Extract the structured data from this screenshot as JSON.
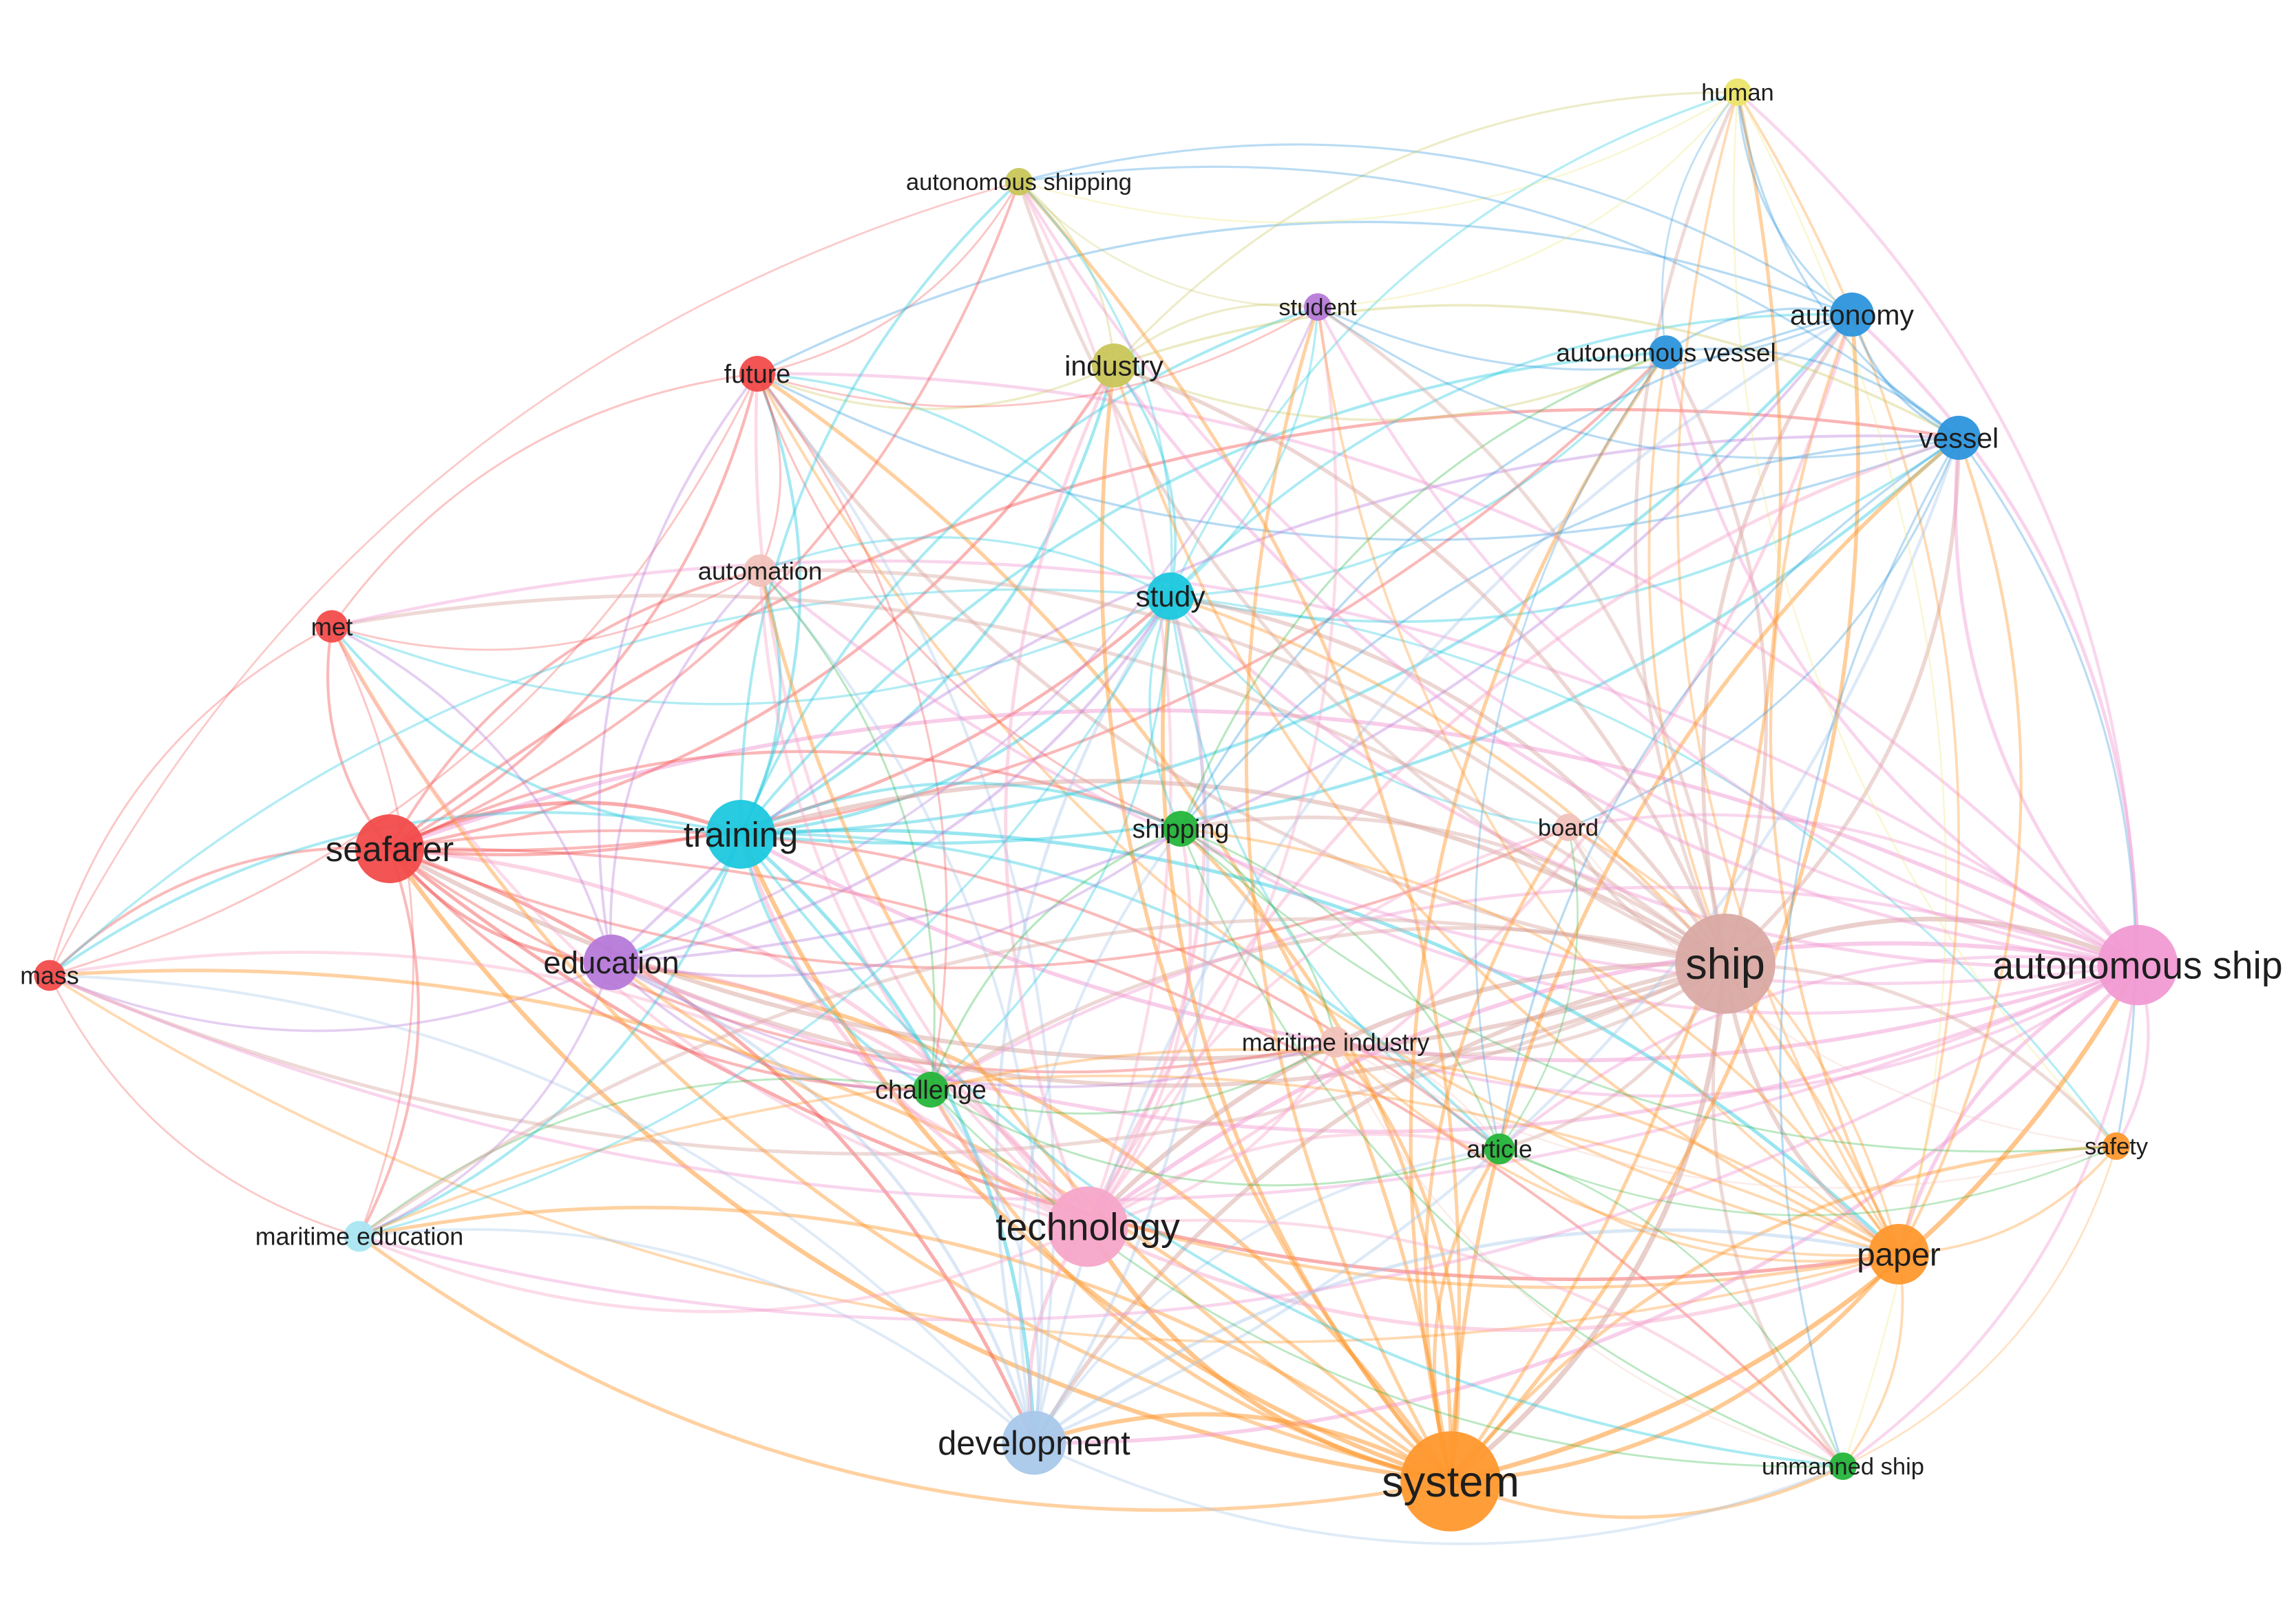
{
  "clusters": {
    "red": "#f24b4b",
    "cyan": "#1cc8de",
    "blue": "#2d95dc",
    "purple": "#b67ad9",
    "olive": "#c9c65a",
    "green": "#25b53a",
    "orange": "#ff982e",
    "pink": "#f7a7c9",
    "brown": "#d9aaa4",
    "lightblue": "#a9c8ea",
    "skyblue": "#a9e6f2",
    "salmon": "#f1c2bb",
    "yellow": "#ece46a",
    "magenta": "#f19ad3"
  },
  "nodes": [
    {
      "id": "human",
      "label": "human",
      "cluster": "yellow",
      "weight": 1
    },
    {
      "id": "autonomous-shipping",
      "label": "autonomous shipping",
      "cluster": "olive",
      "weight": 1
    },
    {
      "id": "student",
      "label": "student",
      "cluster": "purple",
      "weight": 1
    },
    {
      "id": "autonomy",
      "label": "autonomy",
      "cluster": "blue",
      "weight": 2
    },
    {
      "id": "autonomous-vessel",
      "label": "autonomous vessel",
      "cluster": "blue",
      "weight": 1.4
    },
    {
      "id": "industry",
      "label": "industry",
      "cluster": "olive",
      "weight": 2
    },
    {
      "id": "future",
      "label": "future",
      "cluster": "red",
      "weight": 1.5
    },
    {
      "id": "vessel",
      "label": "vessel",
      "cluster": "blue",
      "weight": 2
    },
    {
      "id": "automation",
      "label": "automation",
      "cluster": "salmon",
      "weight": 1.3
    },
    {
      "id": "study",
      "label": "study",
      "cluster": "cyan",
      "weight": 2.2
    },
    {
      "id": "met",
      "label": "met",
      "cluster": "red",
      "weight": 1.3
    },
    {
      "id": "seafarer",
      "label": "seafarer",
      "cluster": "red",
      "weight": 3.5
    },
    {
      "id": "training",
      "label": "training",
      "cluster": "cyan",
      "weight": 3.5
    },
    {
      "id": "shipping",
      "label": "shipping",
      "cluster": "green",
      "weight": 1.5
    },
    {
      "id": "board",
      "label": "board",
      "cluster": "salmon",
      "weight": 1
    },
    {
      "id": "mass",
      "label": "mass",
      "cluster": "red",
      "weight": 1.2
    },
    {
      "id": "education",
      "label": "education",
      "cluster": "purple",
      "weight": 2.7
    },
    {
      "id": "ship",
      "label": "ship",
      "cluster": "brown",
      "weight": 5.4
    },
    {
      "id": "autonomous-ship",
      "label": "autonomous ship",
      "cluster": "magenta",
      "weight": 4.2
    },
    {
      "id": "maritime-industry",
      "label": "maritime industry",
      "cluster": "salmon",
      "weight": 1.2
    },
    {
      "id": "challenge",
      "label": "challenge",
      "cluster": "green",
      "weight": 1.5
    },
    {
      "id": "article",
      "label": "article",
      "cluster": "green",
      "weight": 1.2
    },
    {
      "id": "safety",
      "label": "safety",
      "cluster": "orange",
      "weight": 1
    },
    {
      "id": "maritime-education",
      "label": "maritime education",
      "cluster": "skyblue",
      "weight": 1.2
    },
    {
      "id": "technology",
      "label": "technology",
      "cluster": "pink",
      "weight": 4.2
    },
    {
      "id": "paper",
      "label": "paper",
      "cluster": "orange",
      "weight": 3
    },
    {
      "id": "development",
      "label": "development",
      "cluster": "lightblue",
      "weight": 3.2
    },
    {
      "id": "system",
      "label": "system",
      "cluster": "orange",
      "weight": 5.4
    },
    {
      "id": "unmanned-ship",
      "label": "unmanned ship",
      "cluster": "green",
      "weight": 1
    }
  ],
  "edges": [
    [
      "seafarer",
      "mass"
    ],
    [
      "seafarer",
      "met"
    ],
    [
      "seafarer",
      "future"
    ],
    [
      "seafarer",
      "training"
    ],
    [
      "seafarer",
      "education"
    ],
    [
      "seafarer",
      "technology"
    ],
    [
      "seafarer",
      "system"
    ],
    [
      "seafarer",
      "development"
    ],
    [
      "seafarer",
      "ship"
    ],
    [
      "seafarer",
      "autonomous-ship"
    ],
    [
      "seafarer",
      "study"
    ],
    [
      "seafarer",
      "automation"
    ],
    [
      "seafarer",
      "paper"
    ],
    [
      "seafarer",
      "maritime-education"
    ],
    [
      "seafarer",
      "challenge"
    ],
    [
      "seafarer",
      "shipping"
    ],
    [
      "seafarer",
      "industry"
    ],
    [
      "seafarer",
      "article"
    ],
    [
      "seafarer",
      "maritime-industry"
    ],
    [
      "seafarer",
      "vessel"
    ],
    [
      "seafarer",
      "board"
    ],
    [
      "seafarer",
      "unmanned-ship"
    ],
    [
      "seafarer",
      "autonomous-vessel"
    ],
    [
      "mass",
      "met"
    ],
    [
      "mass",
      "future"
    ],
    [
      "mass",
      "training"
    ],
    [
      "mass",
      "education"
    ],
    [
      "mass",
      "system"
    ],
    [
      "mass",
      "ship"
    ],
    [
      "mass",
      "technology"
    ],
    [
      "mass",
      "maritime-education"
    ],
    [
      "mass",
      "development"
    ],
    [
      "mass",
      "autonomous-ship"
    ],
    [
      "mass",
      "study"
    ],
    [
      "mass",
      "paper"
    ],
    [
      "met",
      "future"
    ],
    [
      "met",
      "training"
    ],
    [
      "met",
      "education"
    ],
    [
      "met",
      "system"
    ],
    [
      "met",
      "ship"
    ],
    [
      "met",
      "technology"
    ],
    [
      "met",
      "autonomous-ship"
    ],
    [
      "met",
      "study"
    ],
    [
      "met",
      "maritime-education"
    ],
    [
      "met",
      "automation"
    ],
    [
      "future",
      "training"
    ],
    [
      "future",
      "education"
    ],
    [
      "future",
      "system"
    ],
    [
      "future",
      "ship"
    ],
    [
      "future",
      "autonomous-ship"
    ],
    [
      "future",
      "technology"
    ],
    [
      "future",
      "study"
    ],
    [
      "future",
      "vessel"
    ],
    [
      "future",
      "autonomy"
    ],
    [
      "future",
      "paper"
    ],
    [
      "future",
      "development"
    ],
    [
      "future",
      "industry"
    ],
    [
      "future",
      "automation"
    ],
    [
      "future",
      "shipping"
    ],
    [
      "future",
      "challenge"
    ],
    [
      "training",
      "study"
    ],
    [
      "training",
      "education"
    ],
    [
      "training",
      "system"
    ],
    [
      "training",
      "ship"
    ],
    [
      "training",
      "technology"
    ],
    [
      "training",
      "development"
    ],
    [
      "training",
      "autonomous-ship"
    ],
    [
      "training",
      "maritime-education"
    ],
    [
      "training",
      "vessel"
    ],
    [
      "training",
      "autonomous-vessel"
    ],
    [
      "training",
      "autonomy"
    ],
    [
      "training",
      "shipping"
    ],
    [
      "training",
      "challenge"
    ],
    [
      "training",
      "paper"
    ],
    [
      "training",
      "automation"
    ],
    [
      "training",
      "article"
    ],
    [
      "training",
      "industry"
    ],
    [
      "training",
      "student"
    ],
    [
      "study",
      "vessel"
    ],
    [
      "study",
      "autonomy"
    ],
    [
      "study",
      "autonomous-vessel"
    ],
    [
      "study",
      "ship"
    ],
    [
      "study",
      "system"
    ],
    [
      "study",
      "technology"
    ],
    [
      "study",
      "development"
    ],
    [
      "study",
      "education"
    ],
    [
      "study",
      "autonomous-ship"
    ],
    [
      "study",
      "paper"
    ],
    [
      "study",
      "shipping"
    ],
    [
      "study",
      "challenge"
    ],
    [
      "study",
      "article"
    ],
    [
      "study",
      "safety"
    ],
    [
      "study",
      "board"
    ],
    [
      "study",
      "human"
    ],
    [
      "study",
      "student"
    ],
    [
      "education",
      "system"
    ],
    [
      "education",
      "ship"
    ],
    [
      "education",
      "technology"
    ],
    [
      "education",
      "autonomous-ship"
    ],
    [
      "education",
      "development"
    ],
    [
      "education",
      "student"
    ],
    [
      "education",
      "vessel"
    ],
    [
      "education",
      "paper"
    ],
    [
      "education",
      "maritime-education"
    ],
    [
      "education",
      "autonomy"
    ],
    [
      "ship",
      "system"
    ],
    [
      "ship",
      "paper"
    ],
    [
      "ship",
      "autonomous-ship"
    ],
    [
      "ship",
      "technology"
    ],
    [
      "ship",
      "safety"
    ],
    [
      "ship",
      "vessel"
    ],
    [
      "ship",
      "autonomy"
    ],
    [
      "ship",
      "development"
    ],
    [
      "ship",
      "board"
    ],
    [
      "ship",
      "unmanned-ship"
    ],
    [
      "ship",
      "article"
    ],
    [
      "ship",
      "shipping"
    ],
    [
      "ship",
      "human"
    ],
    [
      "ship",
      "autonomous-vessel"
    ],
    [
      "ship",
      "maritime-industry"
    ],
    [
      "ship",
      "challenge"
    ],
    [
      "autonomous-ship",
      "system"
    ],
    [
      "autonomous-ship",
      "paper"
    ],
    [
      "autonomous-ship",
      "safety"
    ],
    [
      "autonomous-ship",
      "technology"
    ],
    [
      "autonomous-ship",
      "vessel"
    ],
    [
      "autonomous-ship",
      "autonomy"
    ],
    [
      "autonomous-ship",
      "development"
    ],
    [
      "autonomous-ship",
      "board"
    ],
    [
      "autonomous-ship",
      "unmanned-ship"
    ],
    [
      "autonomous-ship",
      "article"
    ],
    [
      "autonomous-ship",
      "shipping"
    ],
    [
      "autonomous-ship",
      "human"
    ],
    [
      "autonomous-ship",
      "autonomous-vessel"
    ],
    [
      "autonomous-ship",
      "challenge"
    ],
    [
      "autonomous-ship",
      "maritime-industry"
    ],
    [
      "system",
      "paper"
    ],
    [
      "system",
      "technology"
    ],
    [
      "system",
      "development"
    ],
    [
      "system",
      "safety"
    ],
    [
      "system",
      "unmanned-ship"
    ],
    [
      "system",
      "vessel"
    ],
    [
      "system",
      "autonomy"
    ],
    [
      "system",
      "article"
    ],
    [
      "system",
      "shipping"
    ],
    [
      "system",
      "challenge"
    ],
    [
      "system",
      "maritime-industry"
    ],
    [
      "system",
      "autonomous-vessel"
    ],
    [
      "system",
      "human"
    ],
    [
      "system",
      "industry"
    ],
    [
      "system",
      "maritime-education"
    ],
    [
      "paper",
      "technology"
    ],
    [
      "paper",
      "safety"
    ],
    [
      "paper",
      "unmanned-ship"
    ],
    [
      "paper",
      "vessel"
    ],
    [
      "paper",
      "autonomy"
    ],
    [
      "paper",
      "development"
    ],
    [
      "paper",
      "article"
    ],
    [
      "paper",
      "shipping"
    ],
    [
      "paper",
      "autonomous-vessel"
    ],
    [
      "paper",
      "human"
    ],
    [
      "paper",
      "maritime-industry"
    ],
    [
      "technology",
      "development"
    ],
    [
      "technology",
      "challenge"
    ],
    [
      "technology",
      "shipping"
    ],
    [
      "technology",
      "vessel"
    ],
    [
      "technology",
      "autonomy"
    ],
    [
      "technology",
      "article"
    ],
    [
      "technology",
      "maritime-industry"
    ],
    [
      "technology",
      "industry"
    ],
    [
      "technology",
      "autonomous-shipping"
    ],
    [
      "technology",
      "maritime-education"
    ],
    [
      "development",
      "challenge"
    ],
    [
      "development",
      "shipping"
    ],
    [
      "development",
      "vessel"
    ],
    [
      "development",
      "autonomy"
    ],
    [
      "development",
      "maritime-education"
    ],
    [
      "development",
      "article"
    ],
    [
      "development",
      "study"
    ],
    [
      "vessel",
      "autonomy"
    ],
    [
      "vessel",
      "autonomous-vessel"
    ],
    [
      "vessel",
      "human"
    ],
    [
      "vessel",
      "shipping"
    ],
    [
      "vessel",
      "safety"
    ],
    [
      "vessel",
      "unmanned-ship"
    ],
    [
      "vessel",
      "board"
    ],
    [
      "vessel",
      "article"
    ],
    [
      "vessel",
      "student"
    ],
    [
      "autonomy",
      "autonomous-vessel"
    ],
    [
      "autonomy",
      "human"
    ],
    [
      "autonomy",
      "shipping"
    ],
    [
      "autonomy",
      "student"
    ],
    [
      "autonomy",
      "autonomous-shipping"
    ],
    [
      "autonomous-vessel",
      "human"
    ],
    [
      "autonomous-vessel",
      "shipping"
    ],
    [
      "autonomous-vessel",
      "industry"
    ],
    [
      "autonomous-vessel",
      "article"
    ],
    [
      "human",
      "autonomous-shipping"
    ],
    [
      "human",
      "industry"
    ],
    [
      "human",
      "student"
    ],
    [
      "human",
      "safety"
    ],
    [
      "human",
      "unmanned-ship"
    ],
    [
      "human",
      "paper"
    ],
    [
      "autonomous-shipping",
      "industry"
    ],
    [
      "autonomous-shipping",
      "student"
    ],
    [
      "autonomous-shipping",
      "future"
    ],
    [
      "autonomous-shipping",
      "training"
    ],
    [
      "autonomous-shipping",
      "system"
    ],
    [
      "autonomous-shipping",
      "ship"
    ],
    [
      "autonomous-shipping",
      "seafarer"
    ],
    [
      "autonomous-shipping",
      "mass"
    ],
    [
      "autonomous-shipping",
      "study"
    ],
    [
      "autonomous-shipping",
      "autonomous-ship"
    ],
    [
      "autonomous-shipping",
      "vessel"
    ],
    [
      "student",
      "industry"
    ],
    [
      "student",
      "future"
    ],
    [
      "student",
      "system"
    ],
    [
      "student",
      "ship"
    ],
    [
      "student",
      "autonomous-ship"
    ],
    [
      "student",
      "technology"
    ],
    [
      "student",
      "paper"
    ],
    [
      "industry",
      "ship"
    ],
    [
      "industry",
      "autonomous-ship"
    ],
    [
      "industry",
      "study"
    ],
    [
      "industry",
      "paper"
    ],
    [
      "industry",
      "vessel"
    ],
    [
      "automation",
      "system"
    ],
    [
      "automation",
      "ship"
    ],
    [
      "automation",
      "technology"
    ],
    [
      "automation",
      "development"
    ],
    [
      "automation",
      "autonomous-ship"
    ],
    [
      "automation",
      "study"
    ],
    [
      "automation",
      "education"
    ],
    [
      "automation",
      "challenge"
    ],
    [
      "shipping",
      "challenge"
    ],
    [
      "shipping",
      "article"
    ],
    [
      "shipping",
      "unmanned-ship"
    ],
    [
      "shipping",
      "maritime-industry"
    ],
    [
      "shipping",
      "safety"
    ],
    [
      "shipping",
      "education"
    ],
    [
      "board",
      "system"
    ],
    [
      "board",
      "paper"
    ],
    [
      "board",
      "technology"
    ],
    [
      "board",
      "article"
    ],
    [
      "board",
      "safety"
    ],
    [
      "maritime-industry",
      "article"
    ],
    [
      "maritime-industry",
      "safety"
    ],
    [
      "maritime-industry",
      "challenge"
    ],
    [
      "maritime-industry",
      "unmanned-ship"
    ],
    [
      "maritime-industry",
      "education"
    ],
    [
      "challenge",
      "article"
    ],
    [
      "challenge",
      "education"
    ],
    [
      "challenge",
      "maritime-education"
    ],
    [
      "challenge",
      "paper"
    ],
    [
      "challenge",
      "unmanned-ship"
    ],
    [
      "article",
      "unmanned-ship"
    ],
    [
      "article",
      "safety"
    ],
    [
      "safety",
      "unmanned-ship"
    ],
    [
      "maritime-education",
      "system"
    ],
    [
      "maritime-education",
      "ship"
    ],
    [
      "maritime-education",
      "autonomous-ship"
    ],
    [
      "maritime-education",
      "paper"
    ],
    [
      "maritime-education",
      "study"
    ],
    [
      "unmanned-ship",
      "development"
    ],
    [
      "unmanned-ship",
      "technology"
    ],
    [
      "unmanned-ship",
      "training"
    ]
  ]
}
